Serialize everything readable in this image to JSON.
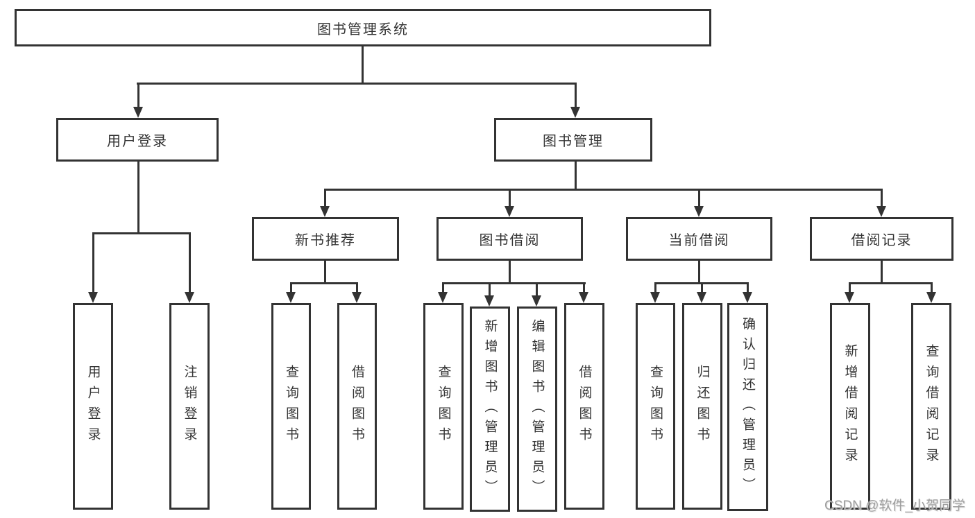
{
  "nodes": {
    "root": "图书管理系统",
    "user_login": "用户登录",
    "book_mgmt": "图书管理",
    "new_book_rec": "新书推荐",
    "book_borrow": "图书借阅",
    "current_borrow": "当前借阅",
    "borrow_record": "借阅记录",
    "leaf_user_login": "用户登录",
    "leaf_logout": "注销登录",
    "leaf_query_book_rec": "查询图书",
    "leaf_borrow_book_rec": "借阅图书",
    "leaf_query_book_borrow": "查询图书",
    "leaf_add_book": "新增图书（管理员）",
    "leaf_edit_book": "编辑图书（管理员）",
    "leaf_borrow_book_borrow": "借阅图书",
    "leaf_query_book_current": "查询图书",
    "leaf_return_book": "归还图书",
    "leaf_confirm_return": "确认归还（管理员）",
    "leaf_add_borrow_record": "新增借阅记录",
    "leaf_query_borrow_record": "查询借阅记录"
  },
  "structure": {
    "root": "图书管理系统",
    "children": [
      {
        "label": "用户登录",
        "children": [
          "用户登录",
          "注销登录"
        ]
      },
      {
        "label": "图书管理",
        "children": [
          {
            "label": "新书推荐",
            "children": [
              "查询图书",
              "借阅图书"
            ]
          },
          {
            "label": "图书借阅",
            "children": [
              "查询图书",
              "新增图书（管理员）",
              "编辑图书（管理员）",
              "借阅图书"
            ]
          },
          {
            "label": "当前借阅",
            "children": [
              "查询图书",
              "归还图书",
              "确认归还（管理员）"
            ]
          },
          {
            "label": "借阅记录",
            "children": [
              "新增借阅记录",
              "查询借阅记录"
            ]
          }
        ]
      }
    ]
  },
  "watermark": "CSDN @软件_小贺同学",
  "colors": {
    "line": "#333333",
    "text": "#333333",
    "watermark": "#9e9e9e",
    "background": "#ffffff"
  }
}
